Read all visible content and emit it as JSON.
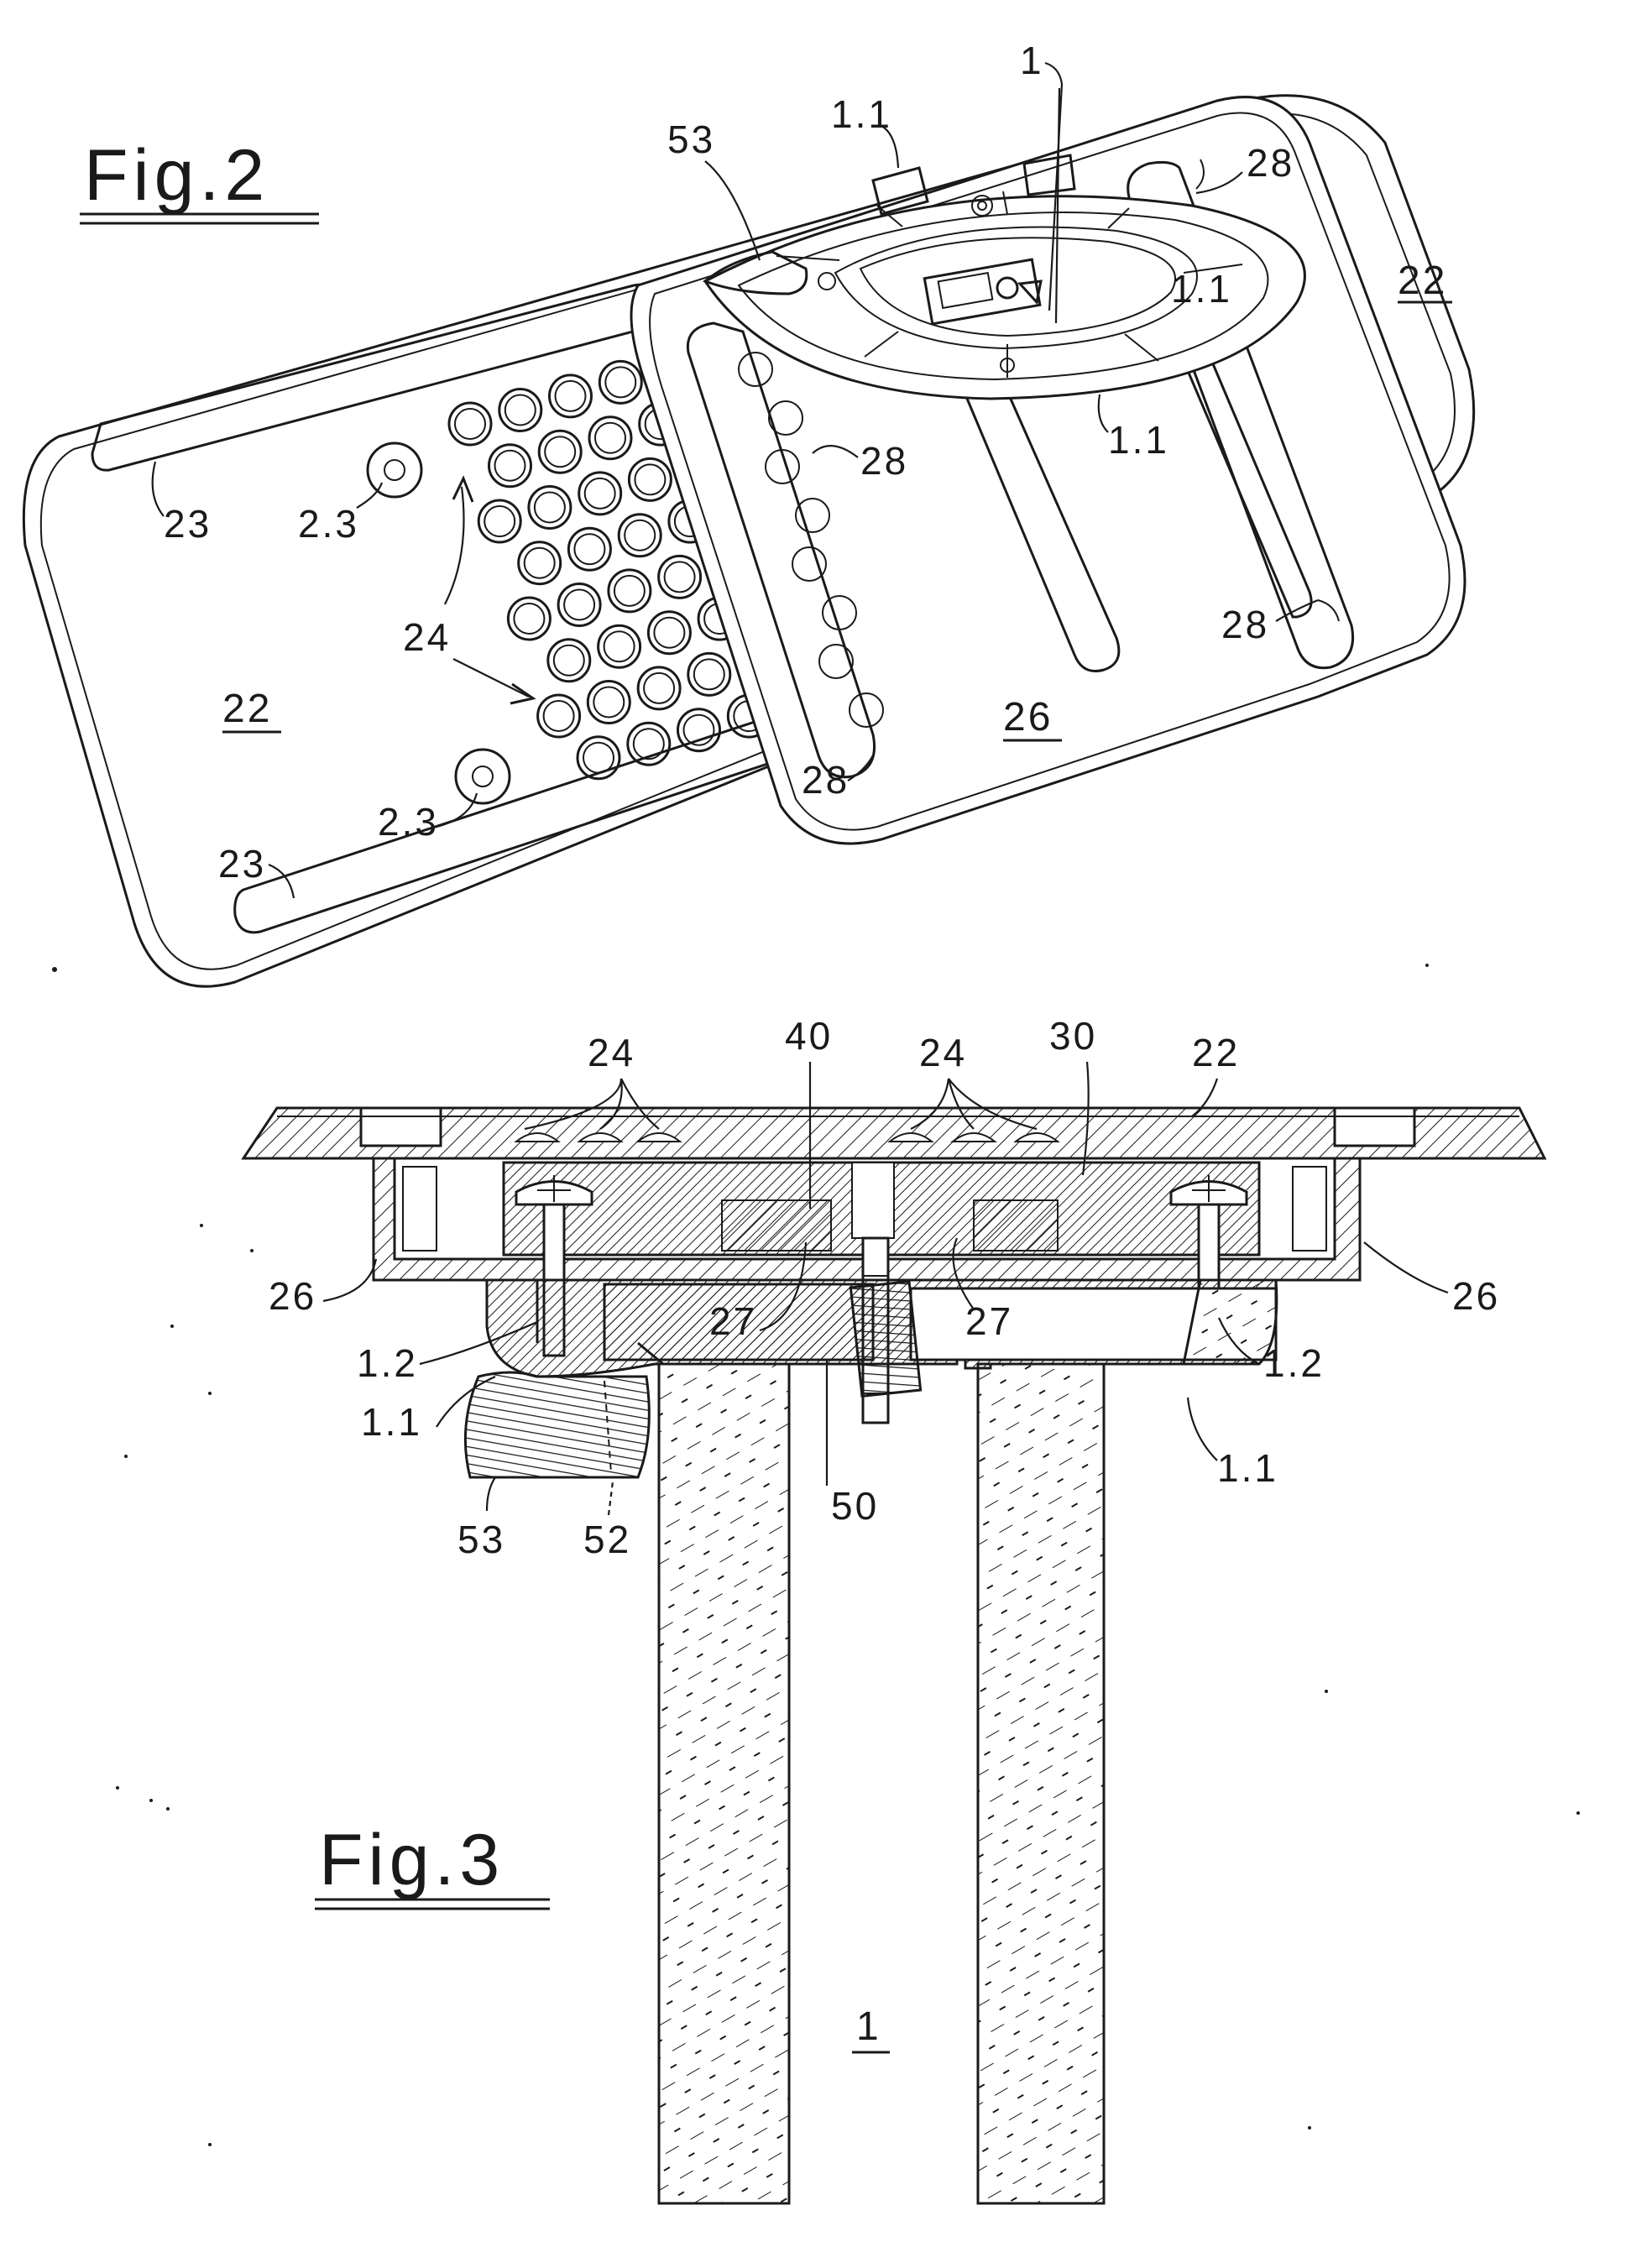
{
  "figures": {
    "fig2": {
      "title": "Fig.2",
      "labels": {
        "l1": "1",
        "l53": "53",
        "l11a": "1.1",
        "l28a": "28",
        "l22a": "22",
        "l11b": "1.1",
        "l11c": "1.1",
        "l23a": "23",
        "l23b": "2.3",
        "l28b": "28",
        "l24": "24",
        "l28c": "28",
        "l22b": "22",
        "l26": "26",
        "l28d": "28",
        "l23c": "2.3",
        "l23d": "23"
      }
    },
    "fig3": {
      "title": "Fig.3",
      "labels": {
        "l24a": "24",
        "l40": "40",
        "l24b": "24",
        "l30": "30",
        "l22": "22",
        "l26a": "26",
        "l27a": "27",
        "l27b": "27",
        "l26b": "26",
        "l12a": "1.2",
        "l12b": "1.2",
        "l11a": "1.1",
        "l11b": "1.1",
        "l53": "53",
        "l52": "52",
        "l50": "50",
        "l1": "1"
      }
    }
  }
}
